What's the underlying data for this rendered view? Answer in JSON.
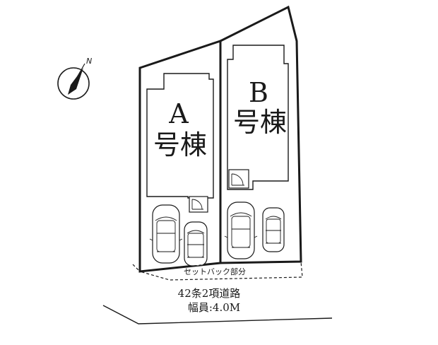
{
  "buildings": {
    "a": {
      "letter": "A",
      "name": "号棟"
    },
    "b": {
      "letter": "B",
      "name": "号棟"
    }
  },
  "setback_label": "セットバック部分",
  "road": {
    "type": "42条2項道路",
    "width": "幅員:4.0M"
  },
  "compass": {
    "letter": "N",
    "icon": "north-arrow-icon"
  },
  "vehicles": [
    {
      "lot": "A",
      "kind": "car"
    },
    {
      "lot": "A",
      "kind": "compact-car"
    },
    {
      "lot": "B",
      "kind": "car"
    },
    {
      "lot": "B",
      "kind": "compact-car"
    }
  ]
}
